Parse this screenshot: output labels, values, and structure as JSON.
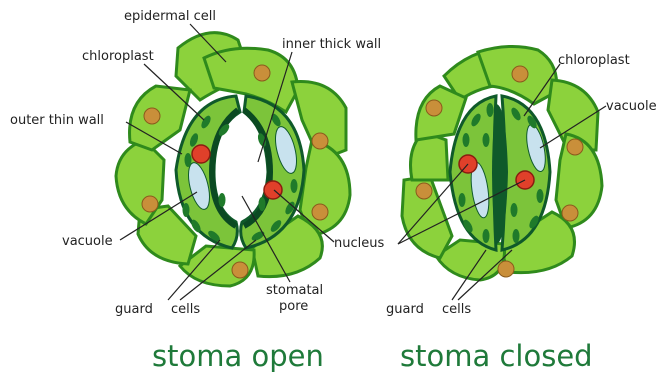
{
  "labels": {
    "epidermal_cell": "epidermal cell",
    "chloroplast_left": "chloroplast",
    "inner_thick_wall": "inner thick wall",
    "outer_thin_wall": "outer thin wall",
    "vacuole_left": "vacuole",
    "guard_cells_line1": "guard",
    "guard_cells_line2": "cells",
    "stomatal_pore_line1": "stomatal",
    "stomatal_pore_line2": "pore",
    "nucleus": "nucleus",
    "chloroplast_right": "chloroplast",
    "vacuole_right": "vacuole",
    "guard_cells_right_line1": "guard",
    "guard_cells_right_line2": "cells"
  },
  "captions": {
    "open": "stoma open",
    "closed": "stoma closed"
  },
  "colors": {
    "epidermal_fill": "#8cd23c",
    "epidermal_stroke": "#2f8a1c",
    "guard_fill": "#7cc43a",
    "guard_stroke": "#0f5a2a",
    "chloroplast": "#1f7a2a",
    "vacuole": "#c8e2ee",
    "nucleus": "#e0402a",
    "epidermal_nucleus": "#c98f3a",
    "caption": "#1f7a3a",
    "pore_closed": "#0f5a2a"
  }
}
